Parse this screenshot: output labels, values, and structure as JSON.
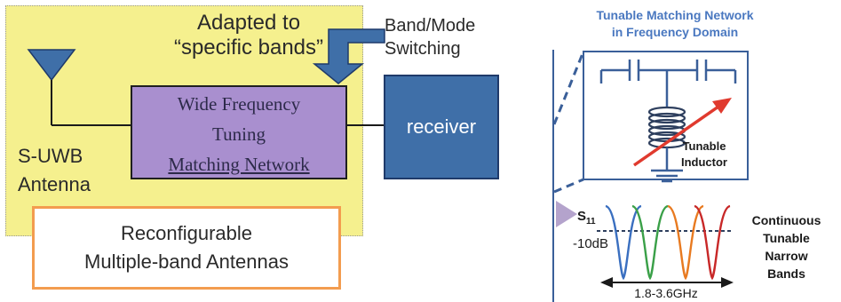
{
  "left": {
    "adapted_line1": "Adapted to",
    "adapted_line2": "“specific bands”",
    "band_mode_line1": "Band/Mode",
    "band_mode_line2": "Switching",
    "matching_line1": "Wide Frequency",
    "matching_line2": "Tuning",
    "matching_line3": "Matching Network",
    "receiver": "receiver",
    "antenna_line1": "S-UWB",
    "antenna_line2": "Antenna",
    "reconfig_line1": "Reconfigurable",
    "reconfig_line2": "Multiple-band Antennas"
  },
  "right": {
    "title_line1": "Tunable Matching Network",
    "title_line2": "in Frequency Domain",
    "inductor_line1": "Tunable",
    "inductor_line2": "Inductor",
    "s11_main": "S",
    "s11_sub": "11",
    "db_label": "-10dB",
    "continuous_line1": "Continuous",
    "continuous_line2": "Tunable",
    "continuous_line3": "Narrow",
    "continuous_line4": "Bands",
    "freq_range": "1.8-3.6GHz"
  },
  "colors": {
    "yellow": "#f5f08e",
    "purple": "#a98fcf",
    "receiver_blue": "#3f6fa8",
    "orange_border": "#f39c4f",
    "diagram_blue": "#3a5f99",
    "arrow_red": "#e03a2e",
    "title_blue": "#4a78c0",
    "curves": [
      "#3a6fc0",
      "#3aa048",
      "#e87a20",
      "#c82828"
    ]
  }
}
